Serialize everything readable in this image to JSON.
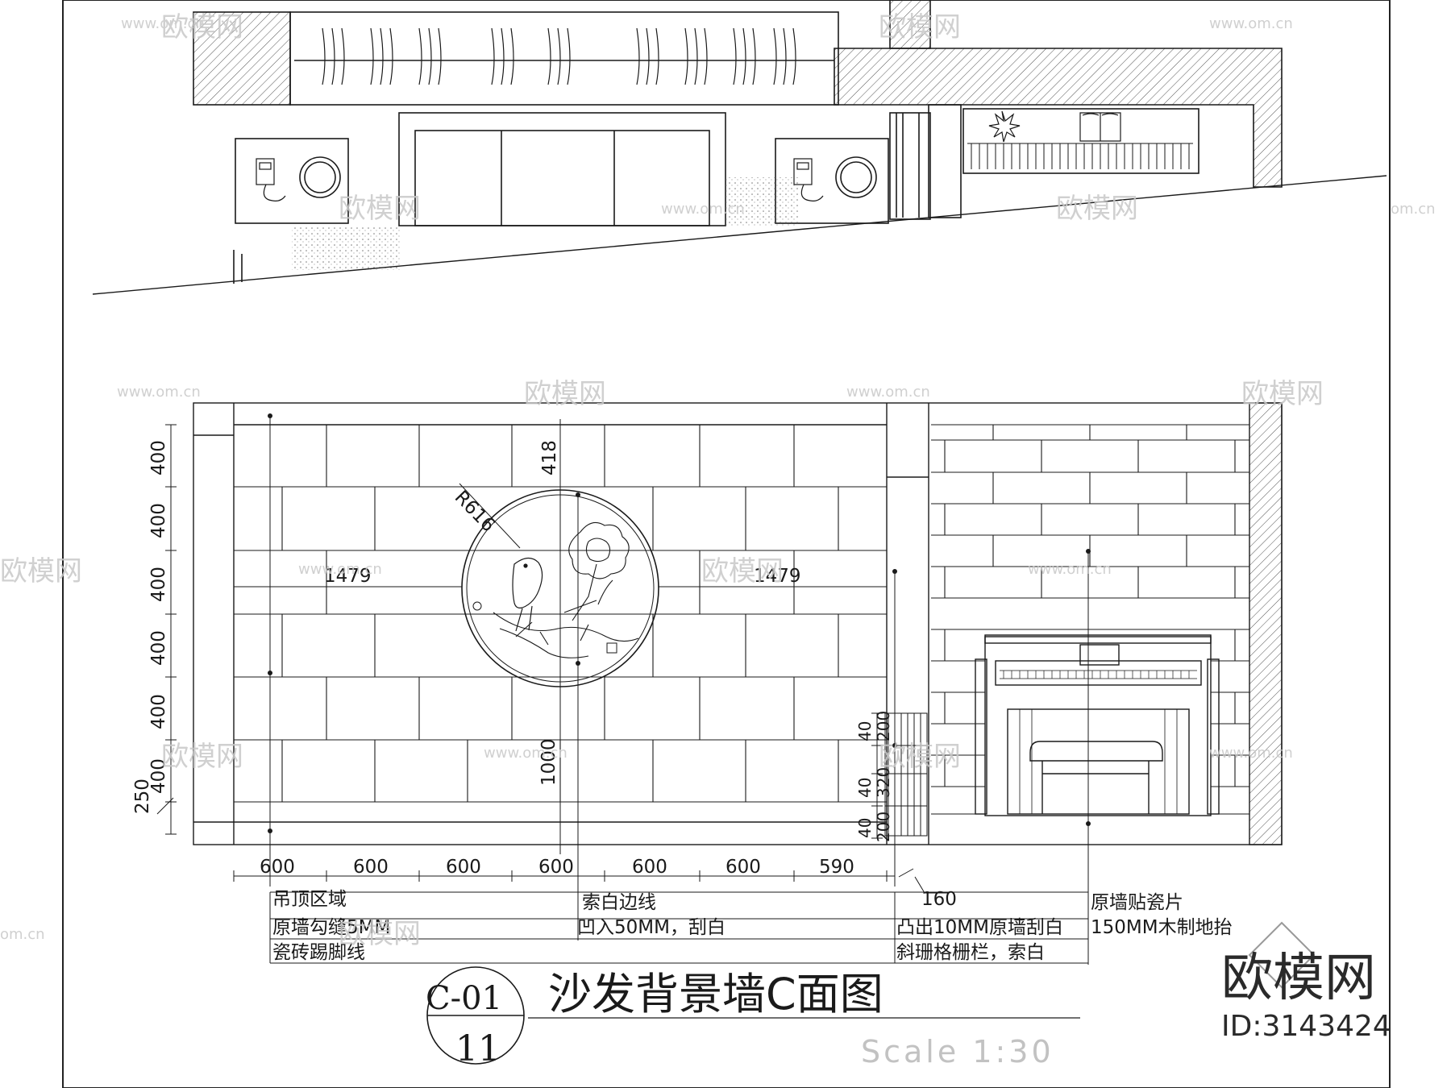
{
  "watermark": {
    "brand": "欧模网",
    "site": "www.om.cn",
    "site_short": "om.cn",
    "id_label": "ID:3143424"
  },
  "elevation": {
    "radius_label": "R616",
    "top_gap_label": "418",
    "left_span_label": "1479",
    "right_span_label": "1479",
    "medallion_drop_label": "1000",
    "left_row_dims": [
      "400",
      "400",
      "400",
      "400",
      "400",
      "400"
    ],
    "base_dim": "250",
    "right_stack_dims": [
      "40",
      "200",
      "40",
      "320",
      "40",
      "200"
    ],
    "bottom_dims": [
      "600",
      "600",
      "600",
      "600",
      "600",
      "600",
      "590"
    ],
    "side_dim": "160"
  },
  "notes": {
    "col1": [
      "吊顶区域",
      "原墙勾缝5MM",
      "瓷砖踢脚线"
    ],
    "col2": [
      "索白边线",
      "凹入50MM，刮白"
    ],
    "col3": [
      "凸出10MM原墙刮白",
      "斜珊格栅栏，索白"
    ],
    "col4": [
      "原墙贴瓷片",
      "150MM木制地抬"
    ]
  },
  "title_block": {
    "sheet_code": "C-01",
    "sheet_number": "11",
    "title": "沙发背景墙C面图",
    "scale": "Scale 1:30"
  },
  "colors": {
    "line": "#1a1a1a",
    "watermark": "#c8c8c8"
  }
}
